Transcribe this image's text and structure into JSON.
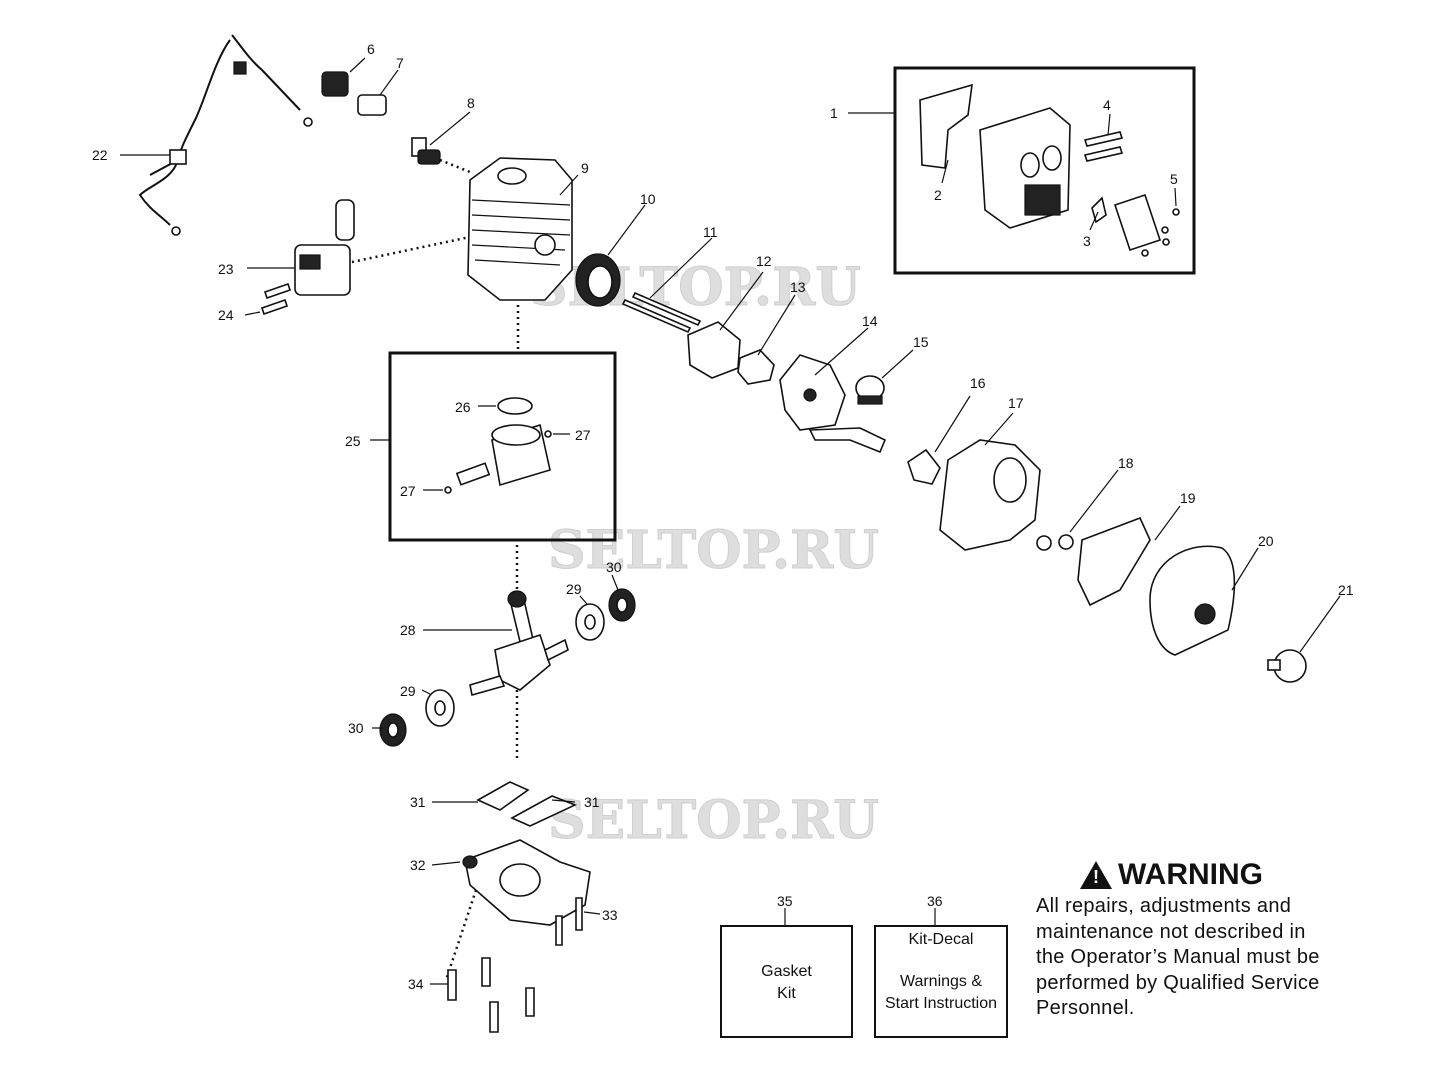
{
  "diagram": {
    "labels": [
      "1",
      "2",
      "3",
      "4",
      "5",
      "6",
      "7",
      "8",
      "9",
      "10",
      "11",
      "12",
      "13",
      "14",
      "15",
      "16",
      "17",
      "18",
      "19",
      "20",
      "21",
      "22",
      "23",
      "24",
      "25",
      "26",
      "27",
      "27",
      "28",
      "29",
      "29",
      "30",
      "30",
      "31",
      "31",
      "32",
      "33",
      "34",
      "35",
      "36"
    ],
    "watermark": "SELTOP.RU"
  },
  "kits": {
    "gasket": {
      "number": "35",
      "line1": "Gasket",
      "line2": "Kit"
    },
    "decal": {
      "number": "36",
      "title": "Kit-Decal",
      "line1": "Warnings &",
      "line2": "Start Instruction"
    }
  },
  "warning": {
    "icon_glyph": "!",
    "title": "WARNING",
    "lines": [
      "All repairs, adjustments and",
      "maintenance not described in",
      "the Operator’s Manual must be",
      "performed by Qualified Service",
      "Personnel."
    ]
  }
}
